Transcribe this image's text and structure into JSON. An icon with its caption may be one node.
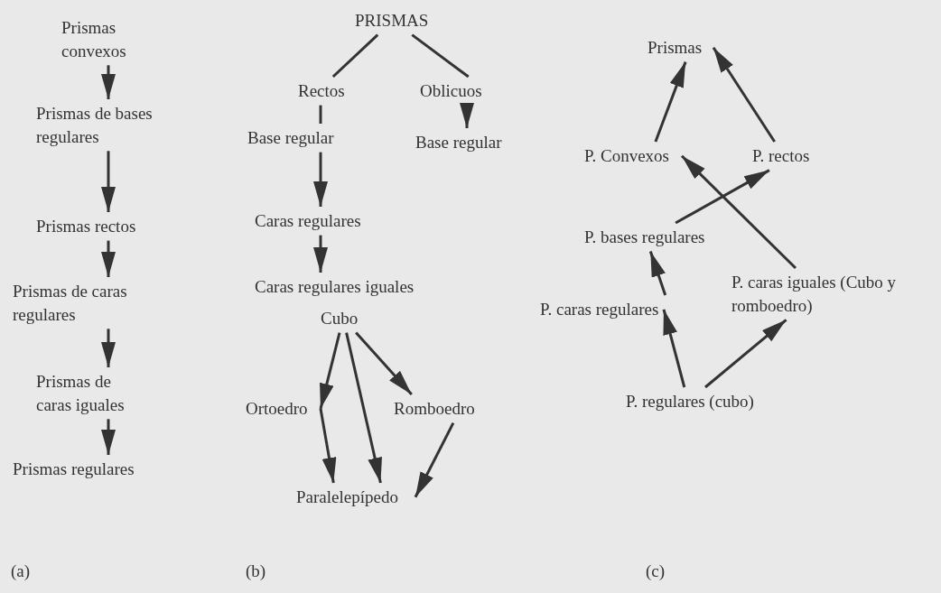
{
  "diagram": {
    "nodes": [
      {
        "text": [
          "Prismas convexos"
        ]
      },
      {
        "text": [
          "Prismas de bases regulares"
        ]
      },
      {
        "text": [
          "Prismas rectos"
        ]
      },
      {
        "text": [
          "Prismas de caras regulares"
        ]
      },
      {
        "text": [
          "Prismas de caras iguales"
        ]
      },
      {
        "text": [
          "Prismas regulares"
        ]
      },
      {
        "text": [
          "PRISMAS"
        ]
      },
      {
        "text": [
          "Rectos"
        ]
      },
      {
        "text": [
          "Oblicuos"
        ]
      },
      {
        "text": [
          "Base regular"
        ]
      },
      {
        "text": [
          "Base regular"
        ]
      },
      {
        "text": [
          "Caras regulares"
        ]
      },
      {
        "text": [
          "Caras regulares iguales"
        ]
      },
      {
        "text": [
          "Cubo"
        ]
      },
      {
        "text": [
          "Ortoedro"
        ]
      },
      {
        "text": [
          "Romboedro"
        ]
      },
      {
        "text": [
          "Paralelepípedo"
        ]
      },
      {
        "text": [
          "Prismas"
        ]
      },
      {
        "text": [
          "P. Convexos"
        ]
      },
      {
        "text": [
          "P. rectos"
        ]
      },
      {
        "text": [
          "P. bases regulares"
        ]
      },
      {
        "text": [
          "P. caras regulares"
        ]
      },
      {
        "text": [
          "P. caras iguales (Cubo y romboedro)"
        ]
      },
      {
        "text": [
          "P. regulares (cubo)"
        ]
      }
    ],
    "edges": [
      {
        "from": 0,
        "to": 1,
        "arrow": "to"
      },
      {
        "from": 1,
        "to": 2,
        "arrow": "to"
      },
      {
        "from": 2,
        "to": 3,
        "arrow": "to"
      },
      {
        "from": 3,
        "to": 4,
        "arrow": "to"
      },
      {
        "from": 4,
        "to": 5,
        "arrow": "to"
      },
      {
        "from": 6,
        "to": 7,
        "arrow": "none"
      },
      {
        "from": 6,
        "to": 8,
        "arrow": "none"
      },
      {
        "from": 7,
        "to": 9,
        "arrow": "none"
      },
      {
        "from": 8,
        "to": 10,
        "arrow": "to"
      },
      {
        "from": 9,
        "to": 11,
        "arrow": "to"
      },
      {
        "from": 11,
        "to": 12,
        "arrow": "to"
      },
      {
        "from": 13,
        "to": 14,
        "arrow": "to"
      },
      {
        "from": 13,
        "to": 16,
        "arrow": "to"
      },
      {
        "from": 13,
        "to": 15,
        "arrow": "to"
      },
      {
        "from": 14,
        "to": 16,
        "arrow": "to"
      },
      {
        "from": 15,
        "to": 16,
        "arrow": "to"
      },
      {
        "from": 18,
        "to": 17,
        "arrow": "to"
      },
      {
        "from": 19,
        "to": 17,
        "arrow": "to"
      },
      {
        "from": 20,
        "to": 19,
        "arrow": "to"
      },
      {
        "from": 22,
        "to": 18,
        "arrow": "to"
      },
      {
        "from": 21,
        "to": 20,
        "arrow": "to"
      },
      {
        "from": 23,
        "to": 21,
        "arrow": "to"
      },
      {
        "from": 23,
        "to": 22,
        "arrow": "to"
      }
    ],
    "labels": [
      "(a)",
      "(b)",
      "(c)"
    ]
  }
}
